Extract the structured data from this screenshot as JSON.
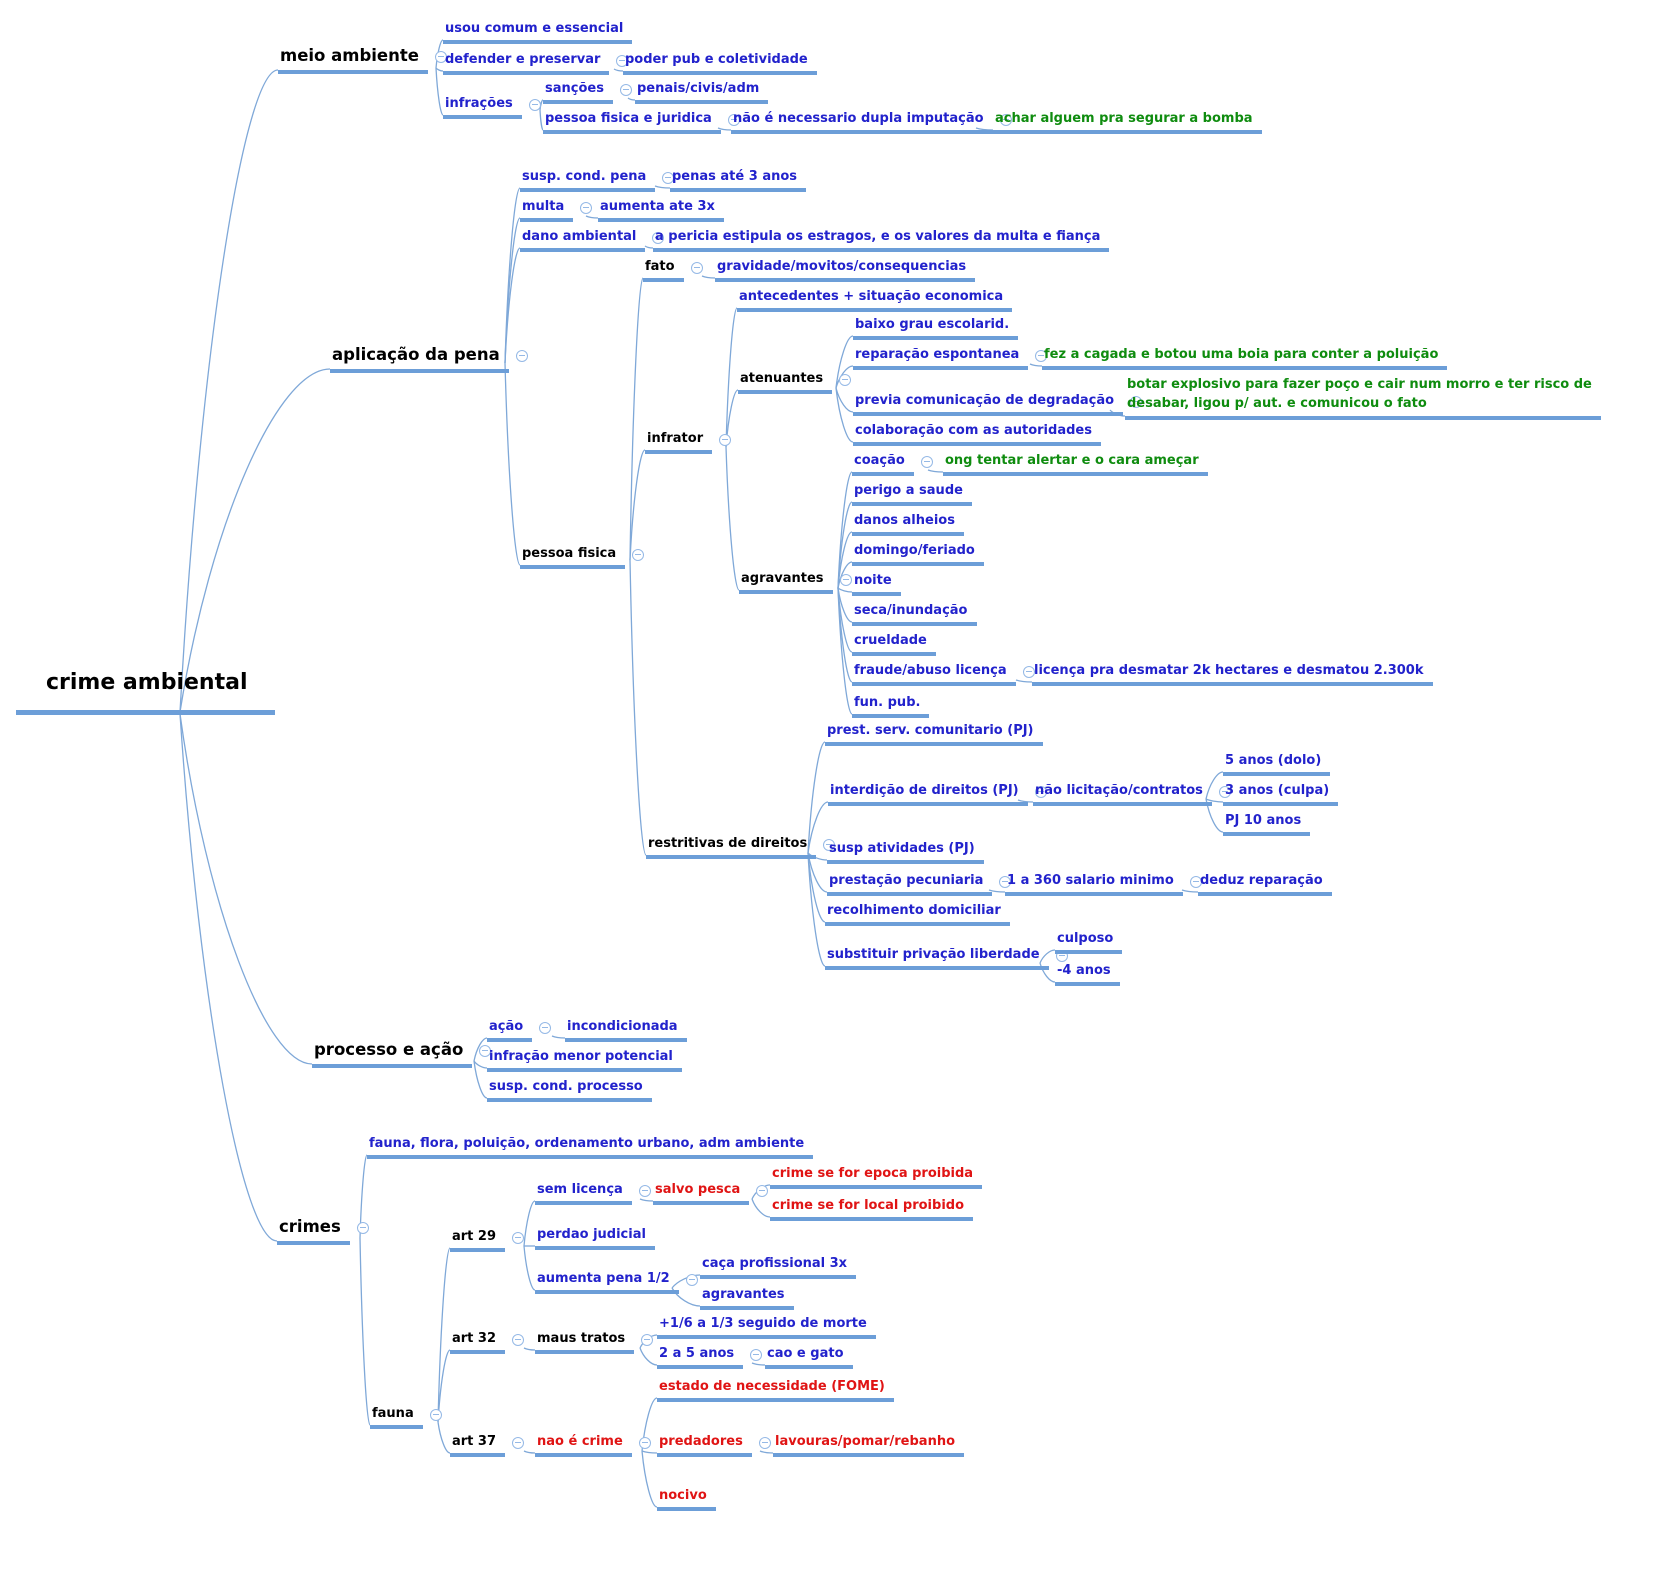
{
  "title_root": "crime ambiental",
  "colors": {
    "node_blue": "#2222cc",
    "note_green": "#0f8c0f",
    "alert_red": "#e01414",
    "structure_black": "#000000",
    "branch_bar": "#6c9ed8",
    "edge_line": "#7fa8d8",
    "fold_ring": "#95b9e6",
    "background": "#ffffff"
  },
  "nodes": {
    "root": "crime ambiental",
    "meio_ambiente": "meio ambiente",
    "usou_comum": "usou comum e essencial",
    "defender": "defender e preservar",
    "poder_pub": "poder pub e coletividade",
    "infracoes": "infrações",
    "sancoes": "sanções",
    "penais": "penais/civis/adm",
    "pessoa_fisica_juridica": "pessoa fisica e juridica",
    "dupla_imputacao": "não é necessario dupla imputação",
    "segurar_bomba": "achar alguem pra segurar a bomba",
    "aplicacao_pena": "aplicação da pena",
    "susp_cond_pena": "susp. cond. pena",
    "penas_3_anos": "penas até 3 anos",
    "multa": "multa",
    "aumenta_3x": "aumenta ate 3x",
    "dano_ambiental": "dano ambiental",
    "pericia": "a pericia estipula os estragos, e os valores da multa e fiança",
    "pessoa_fisica": "pessoa fisica",
    "fato": "fato",
    "gravidade": "gravidade/movitos/consequencias",
    "infrator": "infrator",
    "antecedentes": "antecedentes + situação economica",
    "atenuantes": "atenuantes",
    "baixo_grau": "baixo grau escolarid.",
    "reparacao_espontanea": "reparação espontanea",
    "boia": "fez a cagada e botou uma boia para conter a poluição",
    "previa_comunicacao": "previa comunicação de degradação",
    "explosivo_l1": "botar explosivo para fazer poço e cair num morro e ter risco de",
    "explosivo_l2": "desabar, ligou p/ aut. e comunicou o fato",
    "colaboracao": "colaboração com as autoridades",
    "agravantes": "agravantes",
    "coacao": "coação",
    "ong": "ong tentar alertar e o cara ameçar",
    "perigo_saude": "perigo a saude",
    "danos_alheios": "danos alheios",
    "domingo_feriado": "domingo/feriado",
    "noite": "noite",
    "seca_inundacao": "seca/inundação",
    "crueldade": "crueldade",
    "fraude_abuso": "fraude/abuso licença",
    "licenca_desmatar": "licença pra desmatar 2k hectares e desmatou 2.300k",
    "fun_pub": "fun. pub.",
    "restritivas": "restritivas de direitos",
    "prest_serv": "prest. serv. comunitario (PJ)",
    "interdicao": "interdição de direitos (PJ)",
    "nao_licitacao": "não licitação/contratos",
    "anos5_dolo": "5 anos (dolo)",
    "anos3_culpa": "3 anos (culpa)",
    "pj_10_anos": "PJ 10 anos",
    "susp_atividades": "susp atividades (PJ)",
    "prestacao_pecuniaria": "prestação pecuniaria",
    "salario_minimo": "1 a 360 salario minimo",
    "deduz_reparacao": "deduz reparação",
    "recolhimento": "recolhimento domiciliar",
    "substituir_privacao": "substituir privação liberdade",
    "culposo": "culposo",
    "menos4_anos": "-4 anos",
    "processo_acao": "processo e ação",
    "acao": "ação",
    "incondicionada": "incondicionada",
    "infracao_menor": "infração menor potencial",
    "susp_cond_processo": "susp. cond. processo",
    "crimes": "crimes",
    "fauna_flora": "fauna, flora, poluição, ordenamento urbano, adm ambiente",
    "fauna": "fauna",
    "art29": "art 29",
    "sem_licenca": "sem licença",
    "salvo_pesca": "salvo pesca",
    "crime_epoca": "crime se for epoca proibida",
    "crime_local": "crime se for local proibido",
    "perdao_judicial": "perdao judicial",
    "aumenta_pena": "aumenta pena 1/2",
    "caca_profissional": "caça profissional 3x",
    "agravantes2": "agravantes",
    "art32": "art 32",
    "maus_tratos": "maus tratos",
    "seguido_morte": "+1/6 a 1/3 seguido de morte",
    "anos2a5": "2 a 5 anos",
    "cao_gato": "cao e gato",
    "art37": "art 37",
    "nao_e_crime": "nao é crime",
    "estado_necessidade": "estado de necessidade (FOME)",
    "predadores": "predadores",
    "lavouras": "lavouras/pomar/rebanho",
    "nocivo": "nocivo"
  },
  "structure": {
    "root": [
      "meio_ambiente",
      "aplicacao_pena",
      "processo_acao",
      "crimes"
    ],
    "meio_ambiente": [
      "usou_comum",
      "defender",
      "infracoes"
    ],
    "defender": [
      "poder_pub"
    ],
    "infracoes": [
      "sancoes",
      "pessoa_fisica_juridica"
    ],
    "sancoes": [
      "penais"
    ],
    "pessoa_fisica_juridica": [
      "dupla_imputacao"
    ],
    "dupla_imputacao": [
      "segurar_bomba"
    ],
    "aplicacao_pena": [
      "susp_cond_pena",
      "multa",
      "dano_ambiental",
      "pessoa_fisica"
    ],
    "susp_cond_pena": [
      "penas_3_anos"
    ],
    "multa": [
      "aumenta_3x"
    ],
    "dano_ambiental": [
      "pericia"
    ],
    "pessoa_fisica": [
      "fato",
      "infrator",
      "restritivas"
    ],
    "fato": [
      "gravidade"
    ],
    "infrator": [
      "antecedentes",
      "atenuantes",
      "agravantes"
    ],
    "atenuantes": [
      "baixo_grau",
      "reparacao_espontanea",
      "previa_comunicacao",
      "colaboracao"
    ],
    "reparacao_espontanea": [
      "boia"
    ],
    "previa_comunicacao": [
      "explosivo"
    ],
    "agravantes": [
      "coacao",
      "perigo_saude",
      "danos_alheios",
      "domingo_feriado",
      "noite",
      "seca_inundacao",
      "crueldade",
      "fraude_abuso",
      "fun_pub"
    ],
    "coacao": [
      "ong"
    ],
    "fraude_abuso": [
      "licenca_desmatar"
    ],
    "restritivas": [
      "prest_serv",
      "interdicao",
      "susp_atividades",
      "prestacao_pecuniaria",
      "recolhimento",
      "substituir_privacao"
    ],
    "interdicao": [
      "nao_licitacao"
    ],
    "nao_licitacao": [
      "anos5_dolo",
      "anos3_culpa",
      "pj_10_anos"
    ],
    "prestacao_pecuniaria": [
      "salario_minimo"
    ],
    "salario_minimo": [
      "deduz_reparacao"
    ],
    "substituir_privacao": [
      "culposo",
      "menos4_anos"
    ],
    "processo_acao": [
      "acao",
      "infracao_menor",
      "susp_cond_processo"
    ],
    "acao": [
      "incondicionada"
    ],
    "crimes": [
      "fauna_flora",
      "fauna"
    ],
    "fauna": [
      "art29",
      "art32",
      "art37"
    ],
    "art29": [
      "sem_licenca",
      "perdao_judicial",
      "aumenta_pena"
    ],
    "sem_licenca": [
      "salvo_pesca"
    ],
    "salvo_pesca": [
      "crime_epoca",
      "crime_local"
    ],
    "aumenta_pena": [
      "caca_profissional",
      "agravantes2"
    ],
    "art32": [
      "maus_tratos"
    ],
    "maus_tratos": [
      "seguido_morte",
      "anos2a5"
    ],
    "anos2a5": [
      "cao_gato"
    ],
    "art37": [
      "nao_e_crime"
    ],
    "nao_e_crime": [
      "estado_necessidade",
      "predadores",
      "nocivo"
    ],
    "predadores": [
      "lavouras"
    ]
  }
}
